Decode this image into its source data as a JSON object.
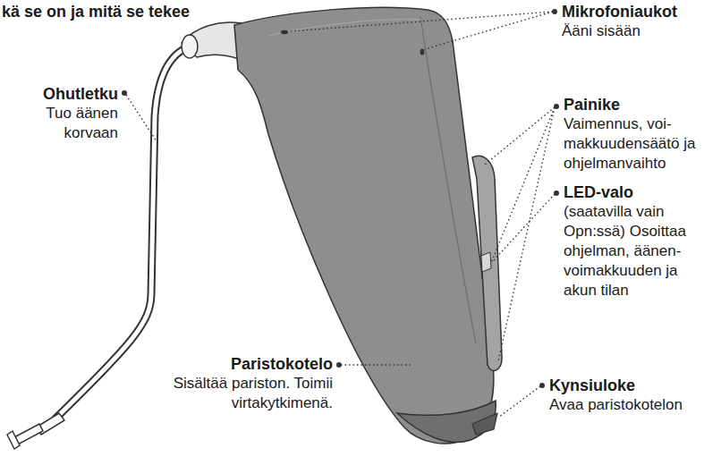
{
  "diagram": {
    "title": "kä se on ja mitä se tekee",
    "labels": [
      "Mikrofoniaukot",
      "Ääni sisään",
      "Ohutletku",
      "Tuo äänen korvaan",
      "Painike",
      "Vaimennus, voi- makkuudensäätö ja ohjelmanvaihto",
      "LED-valo",
      "(saatavilla vain Opn:ssä) Osoittaa ohjelman, äänen- voimakkuuden ja akun tilan",
      "Paristokotelo",
      "Sisältää pariston. Toimii virtakytkimenä.",
      "Kynsiuloke",
      "Avaa paristokotelon"
    ]
  }
}
